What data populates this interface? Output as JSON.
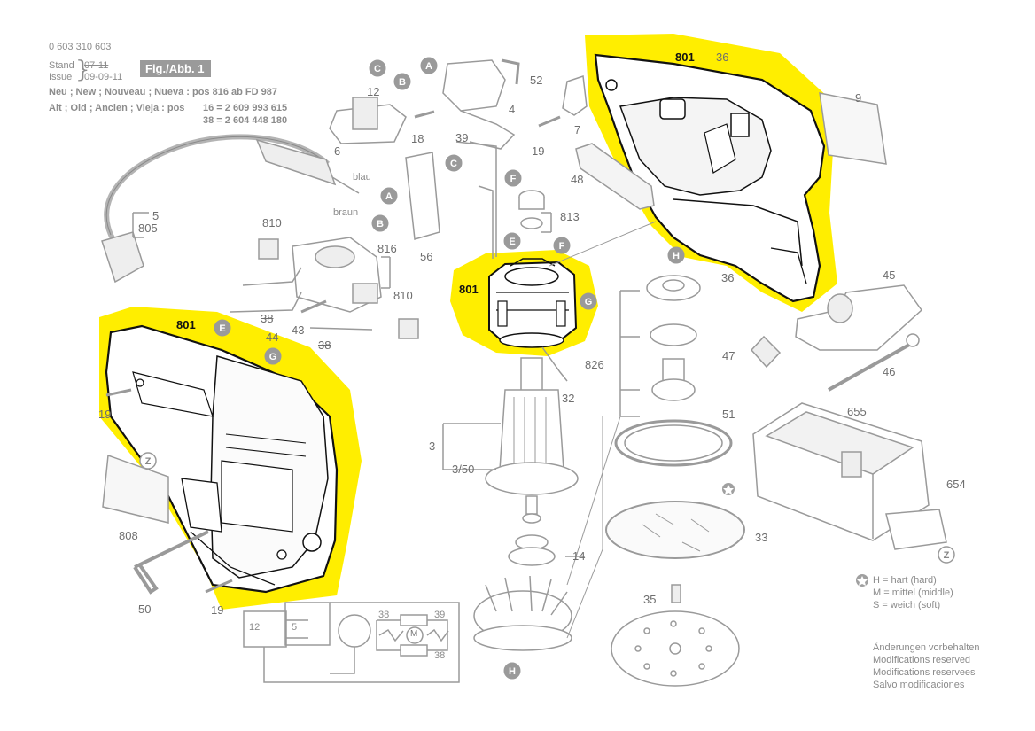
{
  "header": {
    "part_number": "0 603 310 603",
    "stand_label": "Stand",
    "stand_value": "07-11",
    "issue_label": "Issue",
    "issue_value": "09-09-11",
    "fig_label": "Fig./Abb. 1",
    "new_line": "Neu ; New ; Nouveau ; Nueva : pos 816 ab FD 987",
    "old_line_prefix": "Alt ; Old ; Ancien ; Vieja : pos",
    "old_line_1": "16 = 2 609 993 615",
    "old_line_2": "38 = 2 604 448 180"
  },
  "wire_labels": {
    "blau": "blau",
    "braun": "braun"
  },
  "legend": {
    "h": "H = hart (hard)",
    "m": "M = mittel (middle)",
    "s": "S = weich (soft)"
  },
  "modifications": [
    "Änderungen vorbehalten",
    "Modifications reserved",
    "Modifications reservees",
    "Salvo modificaciones"
  ],
  "highlight_color": "#ffee00",
  "line_color": "#9a9a9a",
  "letter_circle_color": "#9a9a9a",
  "part_numbers": [
    {
      "id": "p801a",
      "text": "801",
      "bold": true
    },
    {
      "id": "p36a",
      "text": "36"
    },
    {
      "id": "p9",
      "text": "9"
    },
    {
      "id": "p52",
      "text": "52"
    },
    {
      "id": "p12a",
      "text": "12"
    },
    {
      "id": "p4",
      "text": "4"
    },
    {
      "id": "p18",
      "text": "18"
    },
    {
      "id": "p39a",
      "text": "39"
    },
    {
      "id": "p7",
      "text": "7"
    },
    {
      "id": "p19a",
      "text": "19"
    },
    {
      "id": "p6",
      "text": "6"
    },
    {
      "id": "p48",
      "text": "48"
    },
    {
      "id": "p5",
      "text": "5"
    },
    {
      "id": "p805",
      "text": "805"
    },
    {
      "id": "p810a",
      "text": "810"
    },
    {
      "id": "p813",
      "text": "813"
    },
    {
      "id": "p816",
      "text": "816"
    },
    {
      "id": "p56",
      "text": "56"
    },
    {
      "id": "p801b",
      "text": "801",
      "bold": true
    },
    {
      "id": "p36b",
      "text": "36"
    },
    {
      "id": "p45",
      "text": "45"
    },
    {
      "id": "p810b",
      "text": "810"
    },
    {
      "id": "p801c",
      "text": "801",
      "bold": true
    },
    {
      "id": "p38a",
      "text": "38"
    },
    {
      "id": "p44",
      "text": "44"
    },
    {
      "id": "p43",
      "text": "43"
    },
    {
      "id": "p38b",
      "text": "38"
    },
    {
      "id": "p32",
      "text": "32"
    },
    {
      "id": "p47",
      "text": "47"
    },
    {
      "id": "p46",
      "text": "46"
    },
    {
      "id": "p826",
      "text": "826"
    },
    {
      "id": "p19b",
      "text": "19"
    },
    {
      "id": "p3",
      "text": "3"
    },
    {
      "id": "p350",
      "text": "3/50"
    },
    {
      "id": "p51",
      "text": "51"
    },
    {
      "id": "p655",
      "text": "655"
    },
    {
      "id": "p654",
      "text": "654"
    },
    {
      "id": "p808",
      "text": "808"
    },
    {
      "id": "p33",
      "text": "33"
    },
    {
      "id": "p14",
      "text": "14"
    },
    {
      "id": "p50",
      "text": "50"
    },
    {
      "id": "p19c",
      "text": "19"
    },
    {
      "id": "p35",
      "text": "35"
    },
    {
      "id": "p12b",
      "text": "12"
    },
    {
      "id": "p38c",
      "text": "38"
    },
    {
      "id": "p39b",
      "text": "39"
    },
    {
      "id": "p5b",
      "text": "5"
    },
    {
      "id": "p38d",
      "text": "38"
    }
  ],
  "letter_markers": [
    {
      "id": "lA1",
      "text": "A"
    },
    {
      "id": "lC1",
      "text": "C"
    },
    {
      "id": "lB1",
      "text": "B"
    },
    {
      "id": "lC2",
      "text": "C"
    },
    {
      "id": "lF1",
      "text": "F"
    },
    {
      "id": "lA2",
      "text": "A"
    },
    {
      "id": "lB2",
      "text": "B"
    },
    {
      "id": "lE1",
      "text": "E"
    },
    {
      "id": "lF2",
      "text": "F"
    },
    {
      "id": "lG1",
      "text": "G"
    },
    {
      "id": "lH1",
      "text": "H"
    },
    {
      "id": "lE2",
      "text": "E"
    },
    {
      "id": "lG2",
      "text": "G"
    },
    {
      "id": "lZ1",
      "text": "Z"
    },
    {
      "id": "lZ2",
      "text": "Z"
    },
    {
      "id": "lH2",
      "text": "H"
    }
  ],
  "circuit": {
    "motor_label": "M"
  }
}
